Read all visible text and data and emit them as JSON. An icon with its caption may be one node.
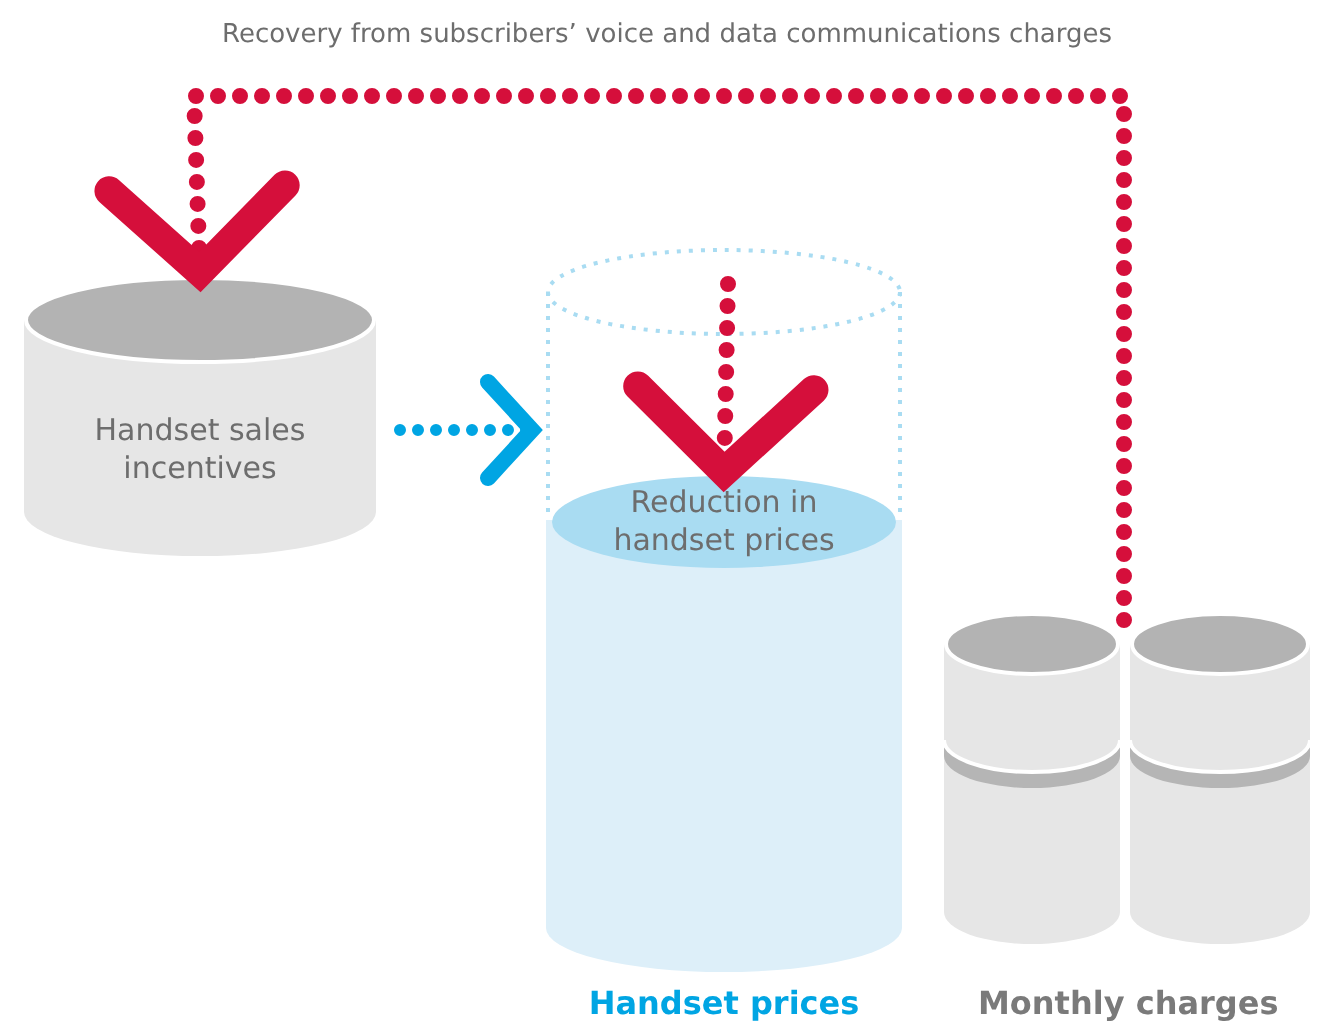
{
  "diagram": {
    "nodes": [
      {
        "text": [
          "Handset sales incentives"
        ]
      },
      {
        "text": [
          "Handset prices"
        ]
      },
      {
        "text": [
          "Reduction in handset prices"
        ]
      },
      {
        "text": [],
        "shape": "cylinder"
      },
      {
        "text": [],
        "shape": "cylinder"
      }
    ],
    "edges": [
      {
        "from": 4,
        "to": 0,
        "arrow": "to",
        "label": "Recovery from subscribers’ voice and data communications charges",
        "style": "dashed",
        "color": "#d50f3b"
      },
      {
        "from": 1,
        "to": 2,
        "arrow": "to",
        "style": "dashed",
        "color": "#d50f3b"
      },
      {
        "from": 0,
        "to": 1,
        "arrow": "to",
        "style": "dashed",
        "color": "#00a5e3"
      }
    ],
    "labels": [
      "Monthly charges"
    ]
  }
}
